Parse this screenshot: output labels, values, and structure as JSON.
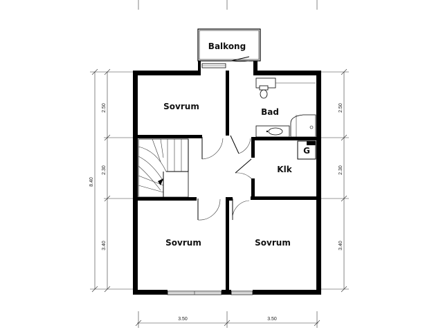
{
  "rooms": {
    "balcony": "Balkong",
    "bedroom_top_left": "Sovrum",
    "bathroom": "Bad",
    "kitchen": "Klk",
    "stove": "G",
    "bedroom_bottom_left": "Sovrum",
    "bedroom_bottom_right": "Sovrum"
  },
  "dimensions": {
    "total_height": "8.40",
    "left_top": "2.50",
    "left_middle": "2.30",
    "left_bottom": "3.40",
    "right_top": "2.50",
    "right_middle": "2.30",
    "right_bottom": "3.40",
    "bottom_left": "3.50",
    "bottom_right": "3.50"
  },
  "colors": {
    "wall": "#000000",
    "window": "#cccccc",
    "line": "#333333"
  }
}
